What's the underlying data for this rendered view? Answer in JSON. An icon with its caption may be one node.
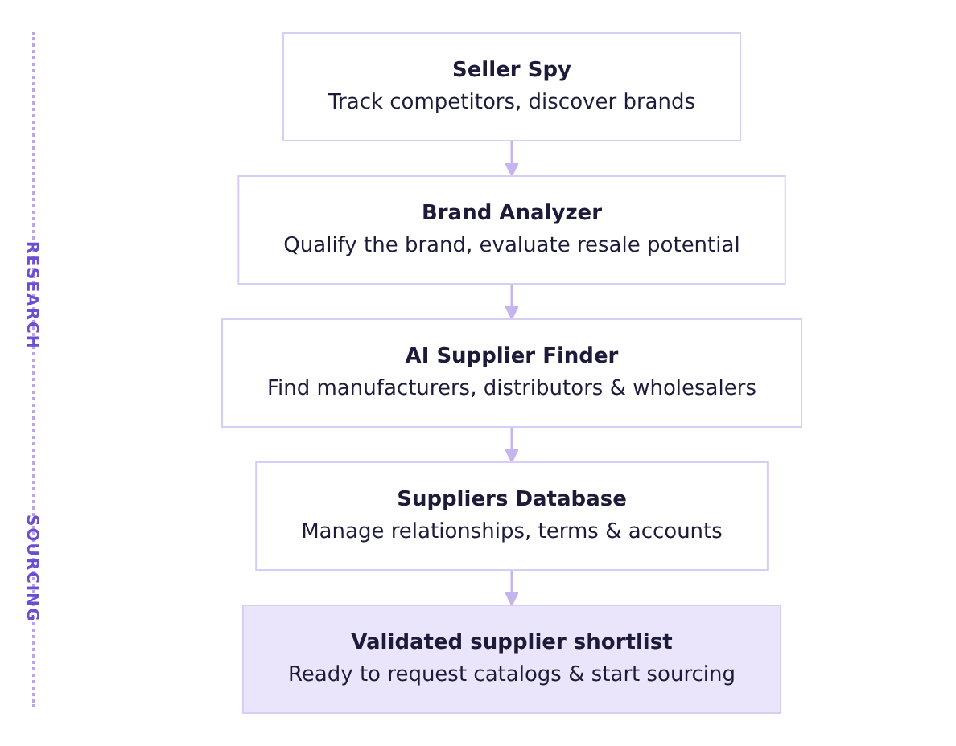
{
  "diagram": {
    "nodes": [
      {
        "text": [
          "Seller Spy",
          "Track competitors, discover brands"
        ]
      },
      {
        "text": [
          "Brand Analyzer",
          "Qualify the brand, evaluate resale potential"
        ]
      },
      {
        "text": [
          "AI Supplier Finder",
          "Find manufacturers, distributors & wholesalers"
        ]
      },
      {
        "text": [
          "Suppliers Database",
          "Manage relationships, terms & accounts"
        ]
      },
      {
        "text": [
          "Validated supplier shortlist",
          "Ready to request catalogs & start sourcing"
        ]
      }
    ],
    "edges": [
      {
        "from": 0,
        "to": 1,
        "arrow": "to"
      },
      {
        "from": 1,
        "to": 2,
        "arrow": "to"
      },
      {
        "from": 2,
        "to": 3,
        "arrow": "to"
      },
      {
        "from": 3,
        "to": 4,
        "arrow": "to"
      }
    ],
    "labels": [
      "RESEARCH",
      "SOURCING"
    ]
  }
}
